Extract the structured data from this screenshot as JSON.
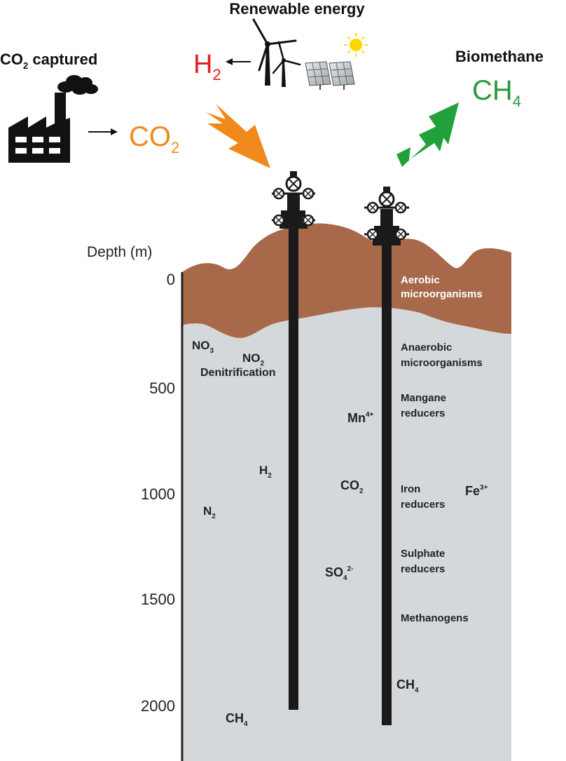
{
  "header": {
    "renewable": "Renewable energy",
    "co2_captured_pre": "CO",
    "co2_captured_sub": "2",
    "co2_captured_post": " captured",
    "biomethane": "Biomethane"
  },
  "gases_top": {
    "h2_main": "H",
    "h2_sub": "2",
    "co2_main": "CO",
    "co2_sub": "2",
    "ch4_main": "CH",
    "ch4_sub": "4"
  },
  "depth_axis": {
    "label": "Depth (m)",
    "ticks": [
      "0",
      "500",
      "1000",
      "1500",
      "2000"
    ]
  },
  "zones": {
    "aerobic": [
      "Aerobic",
      "microorganisms"
    ],
    "anaerobic": [
      "Anaerobic",
      "microorganisms"
    ],
    "mangane": [
      "Mangane",
      "reducers"
    ],
    "iron": [
      "Iron",
      "reducers"
    ],
    "sulphate": [
      "Sulphate",
      "reducers"
    ],
    "methanogens": "Methanogens",
    "denitrification": "Denitrification"
  },
  "species": {
    "no3": {
      "main": "NO",
      "sub": "3"
    },
    "no2": {
      "main": "NO",
      "sub": "2"
    },
    "h2": {
      "main": "H",
      "sub": "2"
    },
    "n2": {
      "main": "N",
      "sub": "2"
    },
    "mn": {
      "main": "Mn",
      "sup": "4+"
    },
    "co2": {
      "main": "CO",
      "sub": "2"
    },
    "fe": {
      "main": "Fe",
      "sup": "3+"
    },
    "so4": {
      "main": "SO",
      "sub": "4",
      "sup": "2-"
    },
    "ch4_right": {
      "main": "CH",
      "sub": "4"
    },
    "ch4_bottom": {
      "main": "CH",
      "sub": "4"
    }
  },
  "colors": {
    "soil": "#a8684a",
    "rock": "#d5d8da",
    "h2": "#e02020",
    "co2": "#f08a1c",
    "ch4": "#2a9a3e",
    "arrow_in": "#f08a1c",
    "arrow_out": "#22a13a"
  }
}
